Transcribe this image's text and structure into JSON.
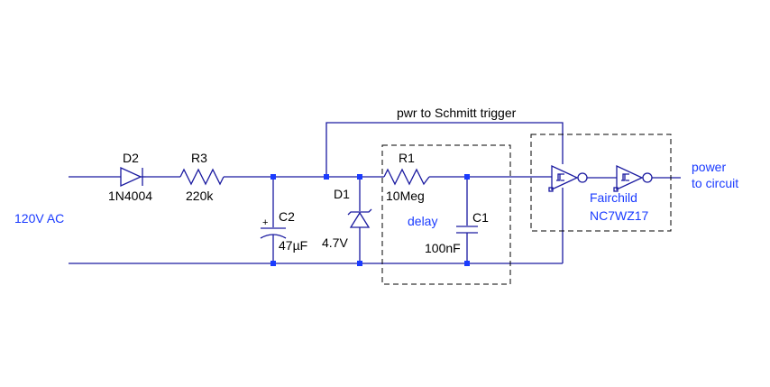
{
  "labels": {
    "d2": "D2",
    "d2_part": "1N4004",
    "r3": "R3",
    "r3_val": "220k",
    "c2": "C2",
    "c2_val": "47µF",
    "c2_plus": "+",
    "d1": "D1",
    "d1_val": "4.7V",
    "r1": "R1",
    "r1_val": "10Meg",
    "c1": "C1",
    "c1_val": "100nF",
    "delay": "delay",
    "pwr": "pwr to Schmitt trigger",
    "fairchild": "Fairchild",
    "nc7wz17": "NC7WZ17",
    "power": "power",
    "to_circuit": "to circuit",
    "ac": "120V AC"
  },
  "colors": {
    "wire": "#1a1aa0",
    "label_blue": "#1a3bff",
    "node": "#1a3bff",
    "box": "#000000"
  }
}
